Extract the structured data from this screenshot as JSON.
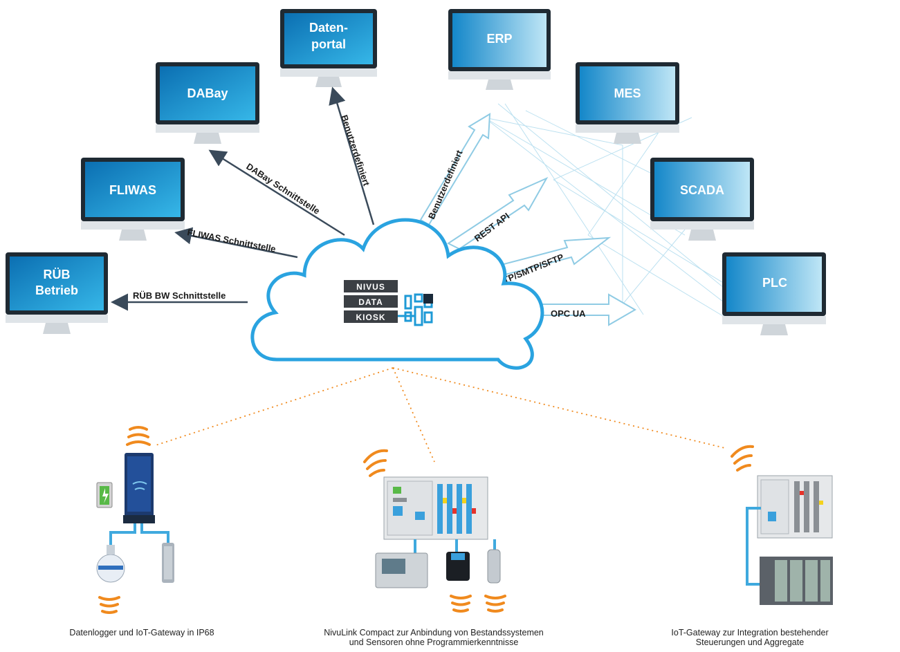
{
  "monitors": {
    "datenportal": {
      "line1": "Daten-",
      "line2": "portal"
    },
    "erp": "ERP",
    "dabay": "DABay",
    "mes": "MES",
    "fliwas": "FLIWAS",
    "scada": "SCADA",
    "rub": {
      "line1": "RÜB",
      "line2": "Betrieb"
    },
    "plc": "PLC"
  },
  "links": {
    "benutzerdefiniert_left": "Benutzerdefiniert",
    "benutzerdefiniert_right": "Benutzerdefiniert",
    "dabay": "DABay Schnittstelle",
    "fliwas": "FLIWAS Schnittstelle",
    "rub": "RÜB BW Schnittstelle",
    "rest": "REST API",
    "ftp": "FTP/SMTP/SFTP",
    "opc": "OPC UA"
  },
  "logo": {
    "line1": "NIVUS",
    "line2": "DATA",
    "line3": "KIOSK"
  },
  "captions": {
    "left": "Datenlogger und IoT-Gateway in IP68",
    "center_line1": "NivuLink Compact zur Anbindung von Bestandssystemen",
    "center_line2": "und Sensoren ohne Programmierkenntnisse",
    "right_line1": "IoT-Gateway zur Integration bestehender",
    "right_line2": "Steuerungen und Aggregate"
  },
  "colors": {
    "accent": "#1e9ad6",
    "cloud": "#2aa3e0",
    "wireless": "#f08a1e",
    "arrow_dark": "#3a4a5a"
  }
}
